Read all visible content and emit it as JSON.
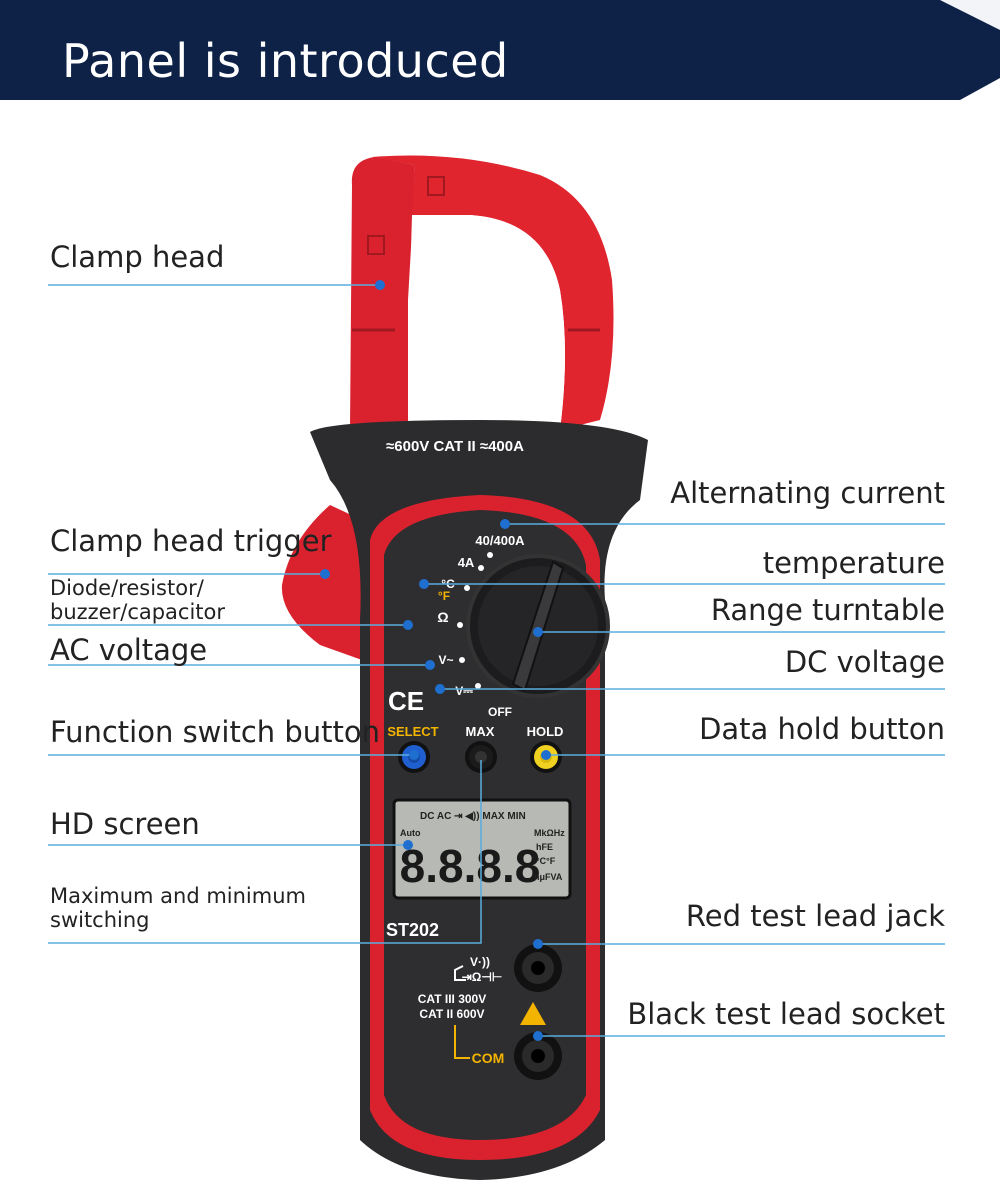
{
  "title": "Panel is introduced",
  "colors": {
    "banner": "#0d2246",
    "line": "#5aaedf",
    "dot": "#1f6fd1",
    "body_red": "#d9202c",
    "body_dark": "#2a2a2c"
  },
  "device": {
    "rating": "≈600V CAT II ≈400A",
    "dial": {
      "a40": "40/400A",
      "a4": "4A",
      "celsius": "°C",
      "fahrenheit": "°F",
      "ohm": "Ω",
      "vac": "V~",
      "vdc": "V⎓",
      "off": "OFF"
    },
    "ce": "CE",
    "buttons": {
      "select": "SELECT",
      "max": "MAX",
      "hold": "HOLD"
    },
    "lcd": {
      "top": "DC AC ⇥ ◀)) MAX MIN",
      "auto": "Auto",
      "digits": "8.8.8.8",
      "units1": "MkΩHz",
      "units2": "hFE",
      "units3": "°C°F",
      "units4": "nμFVA"
    },
    "model": "ST202",
    "jacks": {
      "v_label": "V·))",
      "diode_label": "⇥Ω⊣⊢",
      "cat3": "CAT III 300V",
      "cat2": "CAT II 600V",
      "com": "COM"
    }
  },
  "labels": {
    "clamp_head": "Clamp head",
    "clamp_trigger": "Clamp head trigger",
    "diode_line1": "Diode/resistor/",
    "diode_line2": "buzzer/capacitor",
    "ac_voltage": "AC voltage",
    "function_switch": "Function switch button",
    "hd_screen": "HD screen",
    "maxmin_line1": "Maximum and minimum",
    "maxmin_line2": "switching",
    "alternating_current": "Alternating current",
    "temperature": "temperature",
    "range_turntable": "Range turntable",
    "dc_voltage": "DC voltage",
    "data_hold": "Data hold button",
    "red_jack": "Red test lead jack",
    "black_socket": "Black test lead socket"
  }
}
